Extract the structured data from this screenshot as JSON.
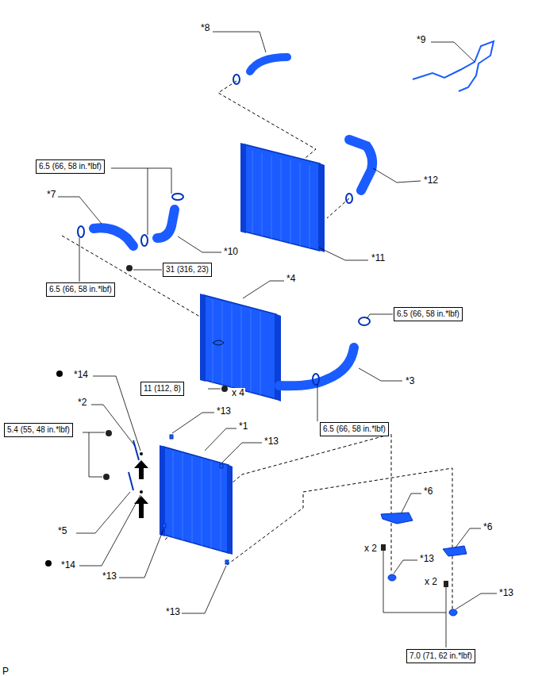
{
  "diagram": {
    "nodes": [
      {
        "text": [
          "6.5 (66, 58 in.*lbf)"
        ]
      },
      {
        "text": [
          "31 (316, 23)"
        ]
      },
      {
        "text": [
          "6.5 (66, 58 in.*lbf)"
        ]
      },
      {
        "text": [
          "6.5 (66, 58 in.*lbf)"
        ]
      },
      {
        "text": [
          "11 (112, 8)"
        ]
      },
      {
        "text": [
          "6.5 (66, 58 in.*lbf)"
        ]
      },
      {
        "text": [
          "5.4 (55, 48 in.*lbf)"
        ]
      },
      {
        "text": [
          "7.0 (71, 62 in.*lbf)"
        ]
      }
    ],
    "labels": [
      "*8",
      "*9",
      "*12",
      "*11",
      "*7",
      "*10",
      "*4",
      "*3",
      "*14",
      "*2",
      "*13",
      "*1",
      "*13",
      "*5",
      "*14",
      "*13",
      "*13",
      "*6",
      "*6",
      "*13",
      "*13",
      "x 4",
      "x 2",
      "x 2",
      "P"
    ]
  }
}
